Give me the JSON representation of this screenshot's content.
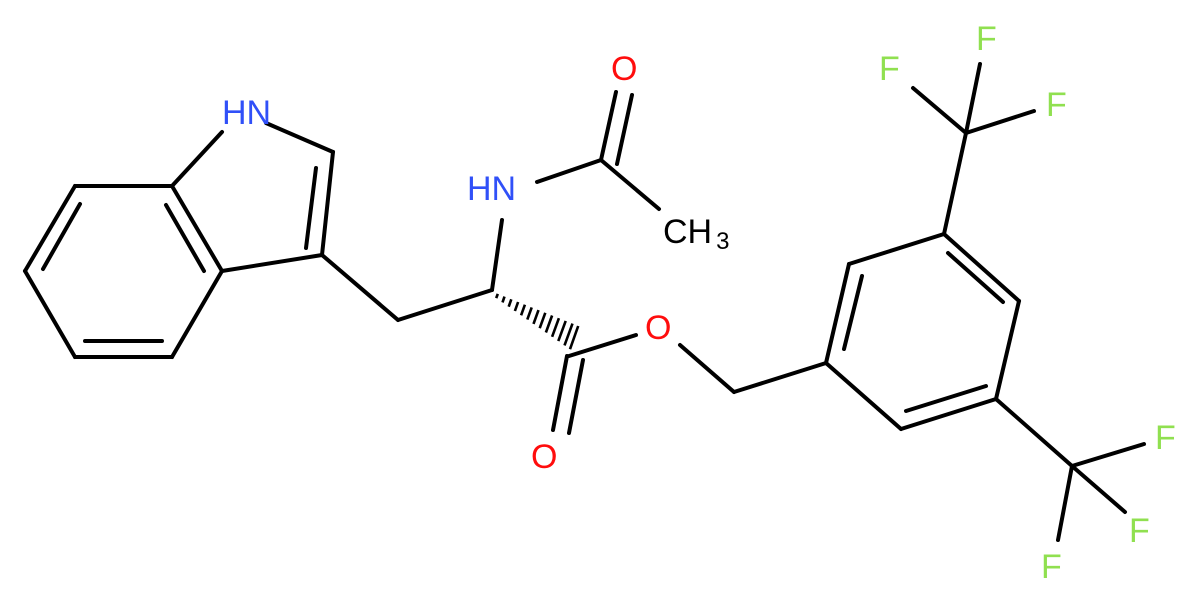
{
  "colors": {
    "bond": "#000000",
    "nitrogen": "#3050F8",
    "oxygen": "#FF0D0D",
    "fluorine": "#90E050",
    "carbon_label": "#000000"
  },
  "atoms": {
    "indole_nh": "HN",
    "amide_nh": "HN",
    "amide_o": "O",
    "methyl_c": "CH",
    "methyl_sub": "3",
    "ester_o": "O",
    "carbonyl_o": "O",
    "f1": "F",
    "f2": "F",
    "f3": "F",
    "f4": "F",
    "f5": "F",
    "f6": "F"
  }
}
